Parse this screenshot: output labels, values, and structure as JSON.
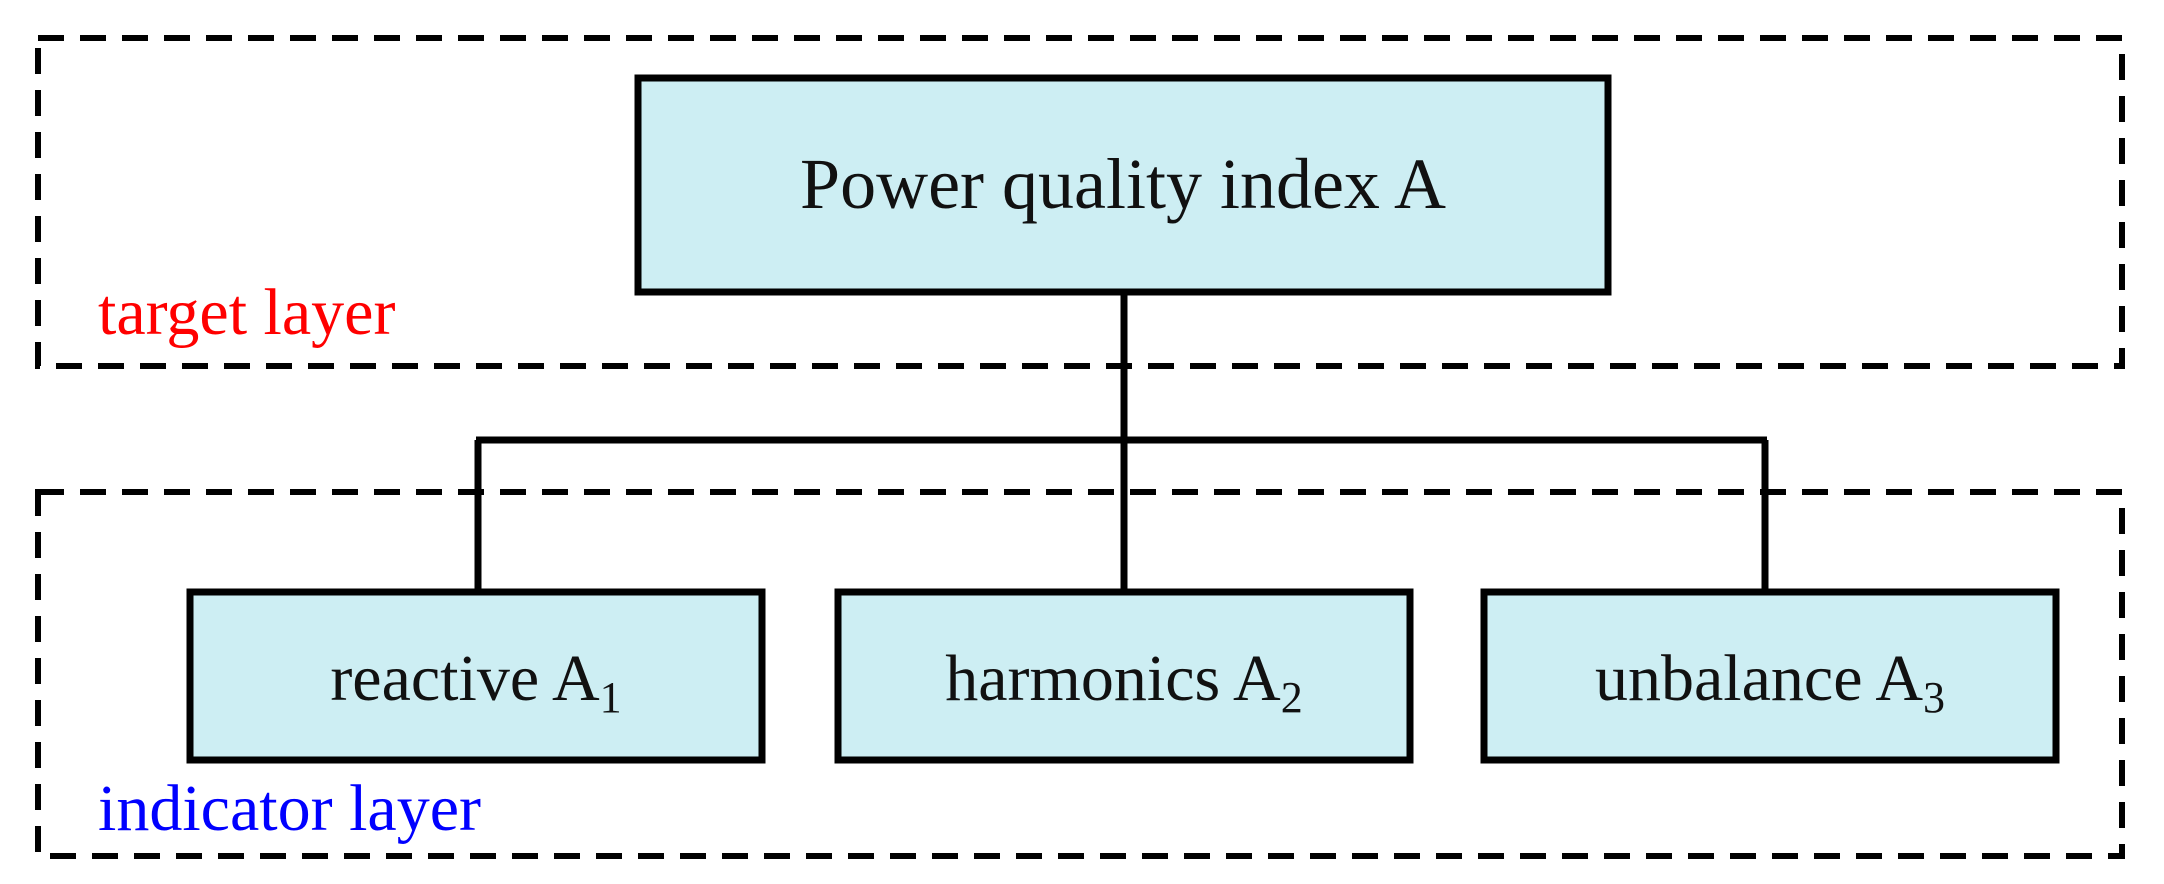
{
  "diagram": {
    "layers": {
      "target": {
        "label": "target layer",
        "color": "#ff0000"
      },
      "indicator": {
        "label": "indicator layer",
        "color": "#0000ff"
      }
    },
    "root": {
      "label": "Power quality index A"
    },
    "children": [
      {
        "label": "reactive A",
        "subscript": "1"
      },
      {
        "label": "harmonics A",
        "subscript": "2"
      },
      {
        "label": "unbalance A",
        "subscript": "3"
      }
    ],
    "colors": {
      "box_fill": "#cdeef3",
      "stroke": "#000000"
    }
  }
}
